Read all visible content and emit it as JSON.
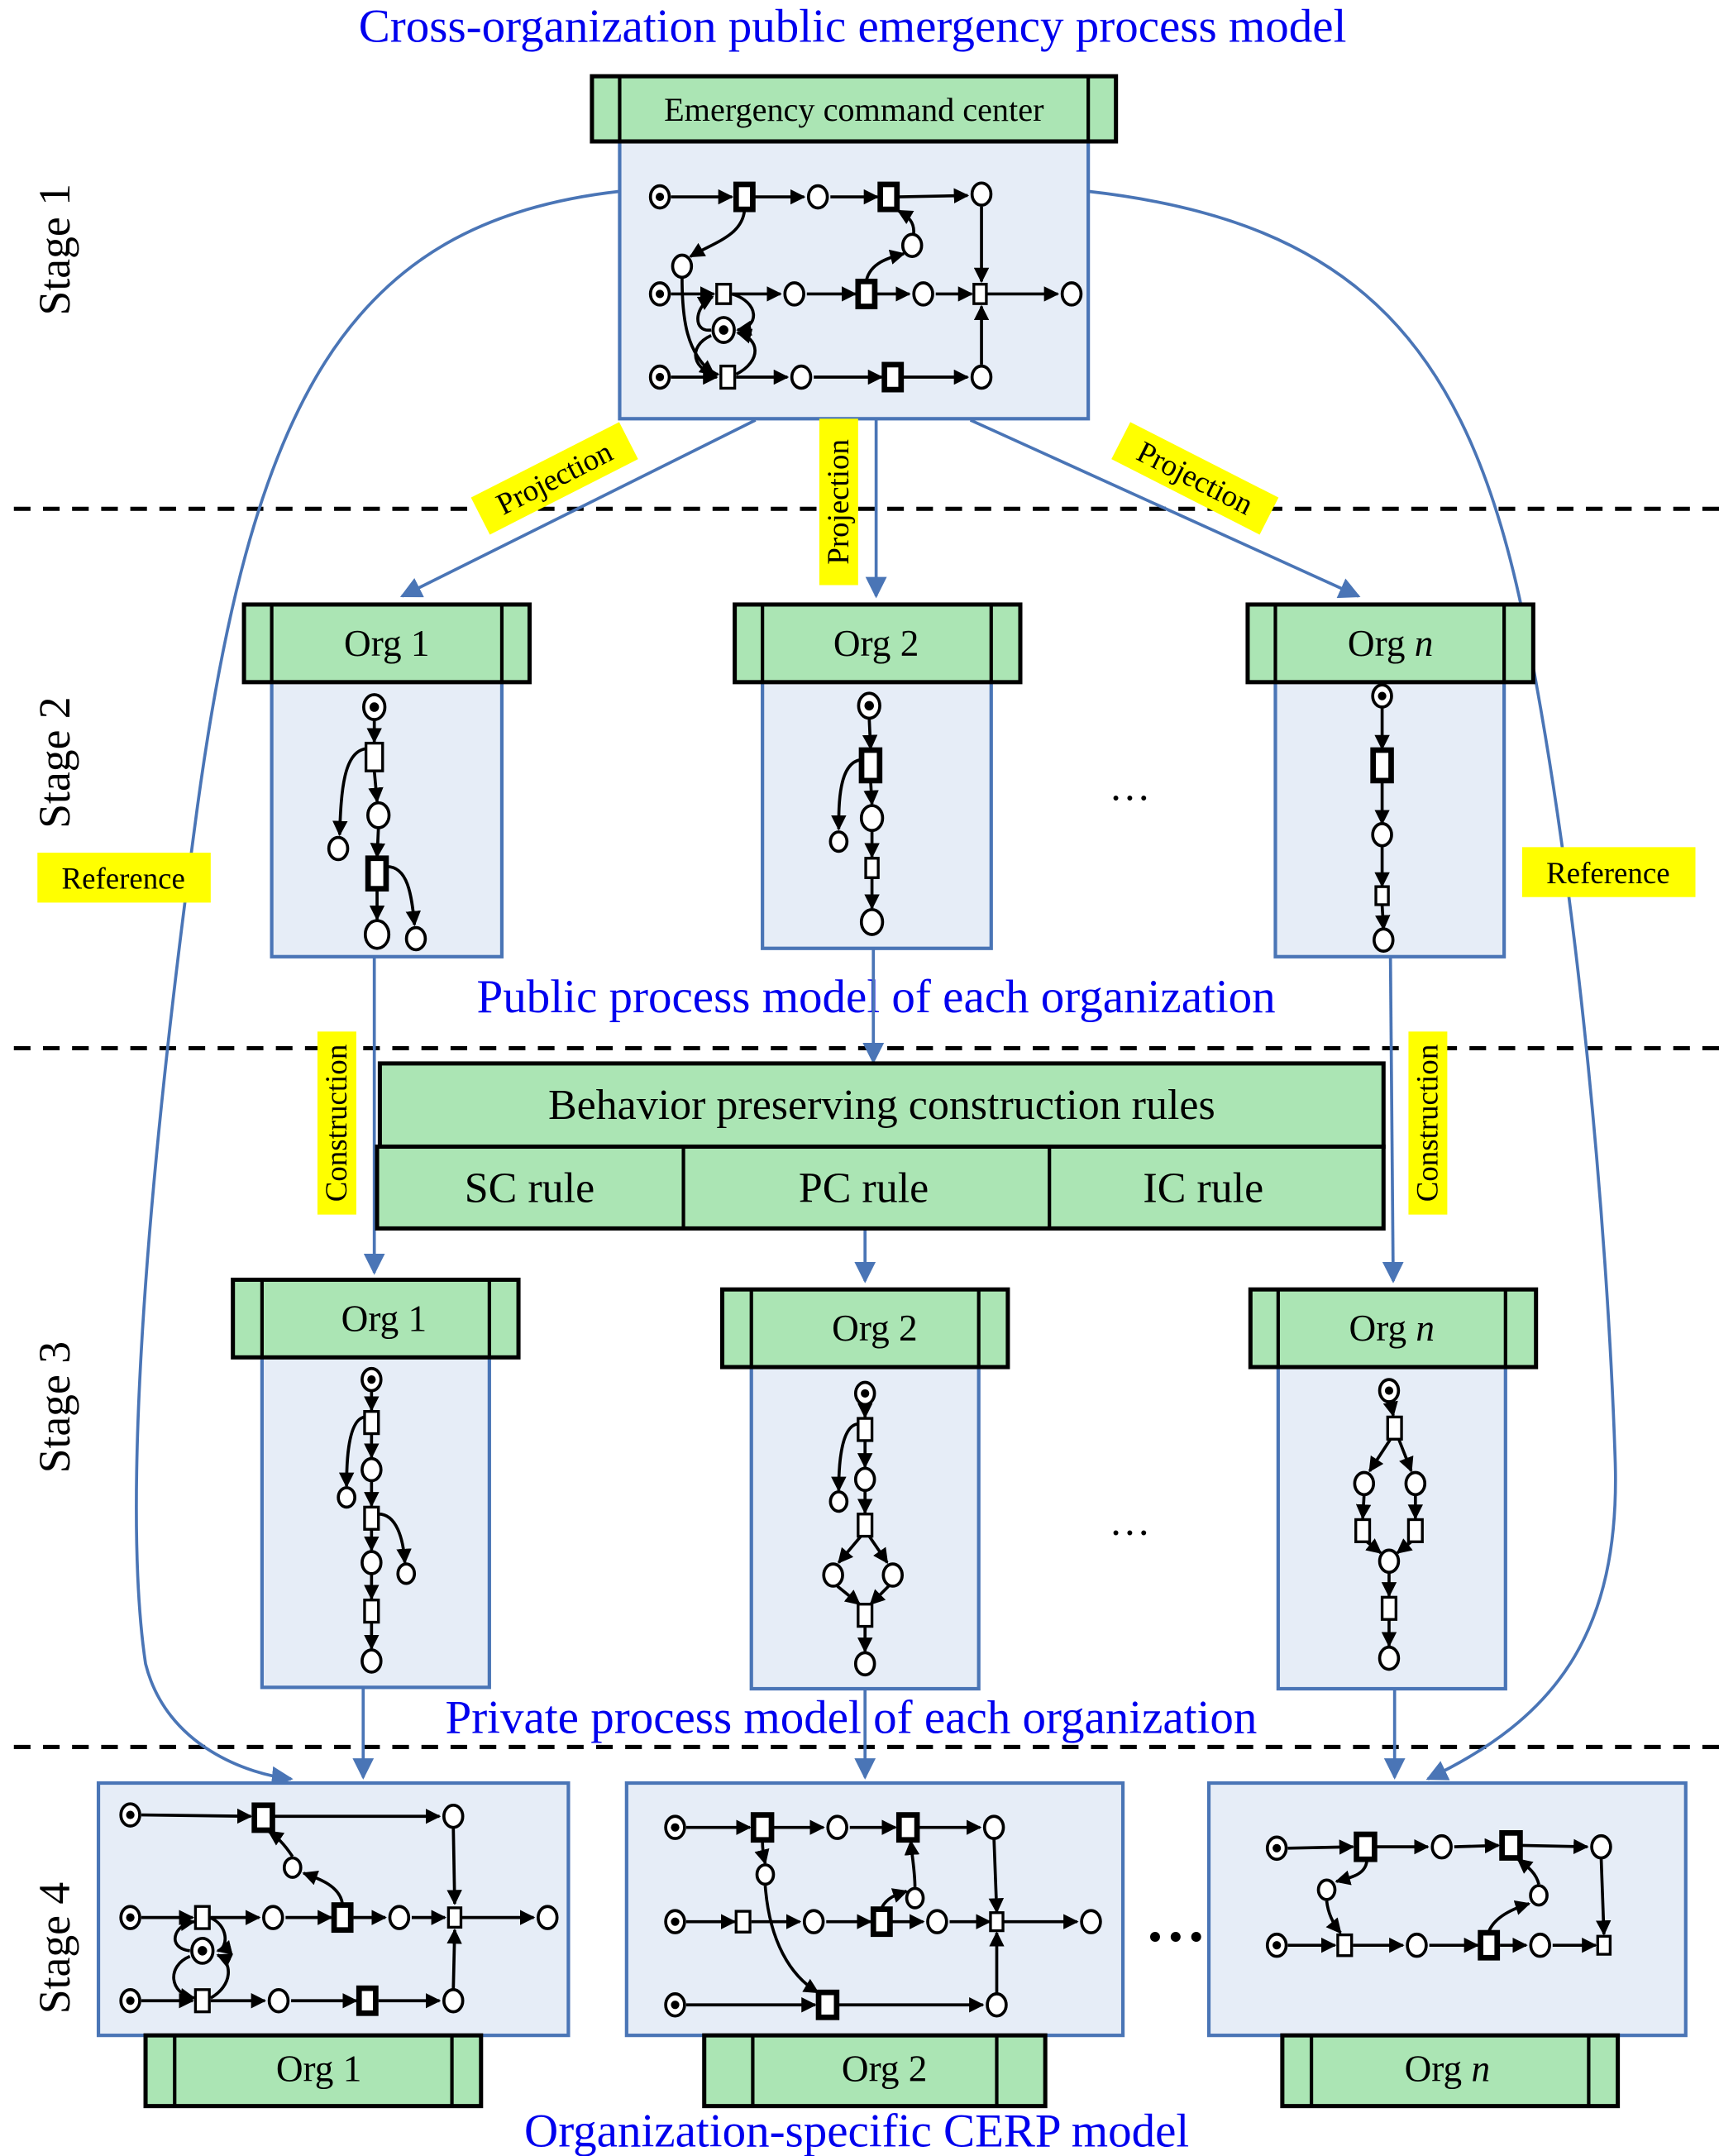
{
  "title": "Cross-organization public emergency process model",
  "captions": {
    "public": "Public process model of each organization",
    "private": "Private process model of each organization",
    "specific": "Organization-specific CERP model"
  },
  "stages": [
    "Stage 1",
    "Stage 2",
    "Stage 3",
    "Stage 4"
  ],
  "command_center": "Emergency command center",
  "orgs": {
    "org1": {
      "prefix": "Org",
      "suffix": "1"
    },
    "org2": {
      "prefix": "Org",
      "suffix": "2"
    },
    "orgn": {
      "prefix": "Org",
      "suffix": "n"
    }
  },
  "edge_labels": {
    "projection": "Projection",
    "reference": "Reference",
    "construction": "Construction"
  },
  "rules": {
    "title": "Behavior preserving construction rules",
    "items": [
      "SC rule",
      "PC rule",
      "IC rule"
    ]
  },
  "ellipsis": "…",
  "colors": {
    "caption": "#0000ee",
    "header": "#abe5b4",
    "panel": "#e6edf7",
    "panel_border": "#4a75b6",
    "highlight": "#ffff00"
  }
}
